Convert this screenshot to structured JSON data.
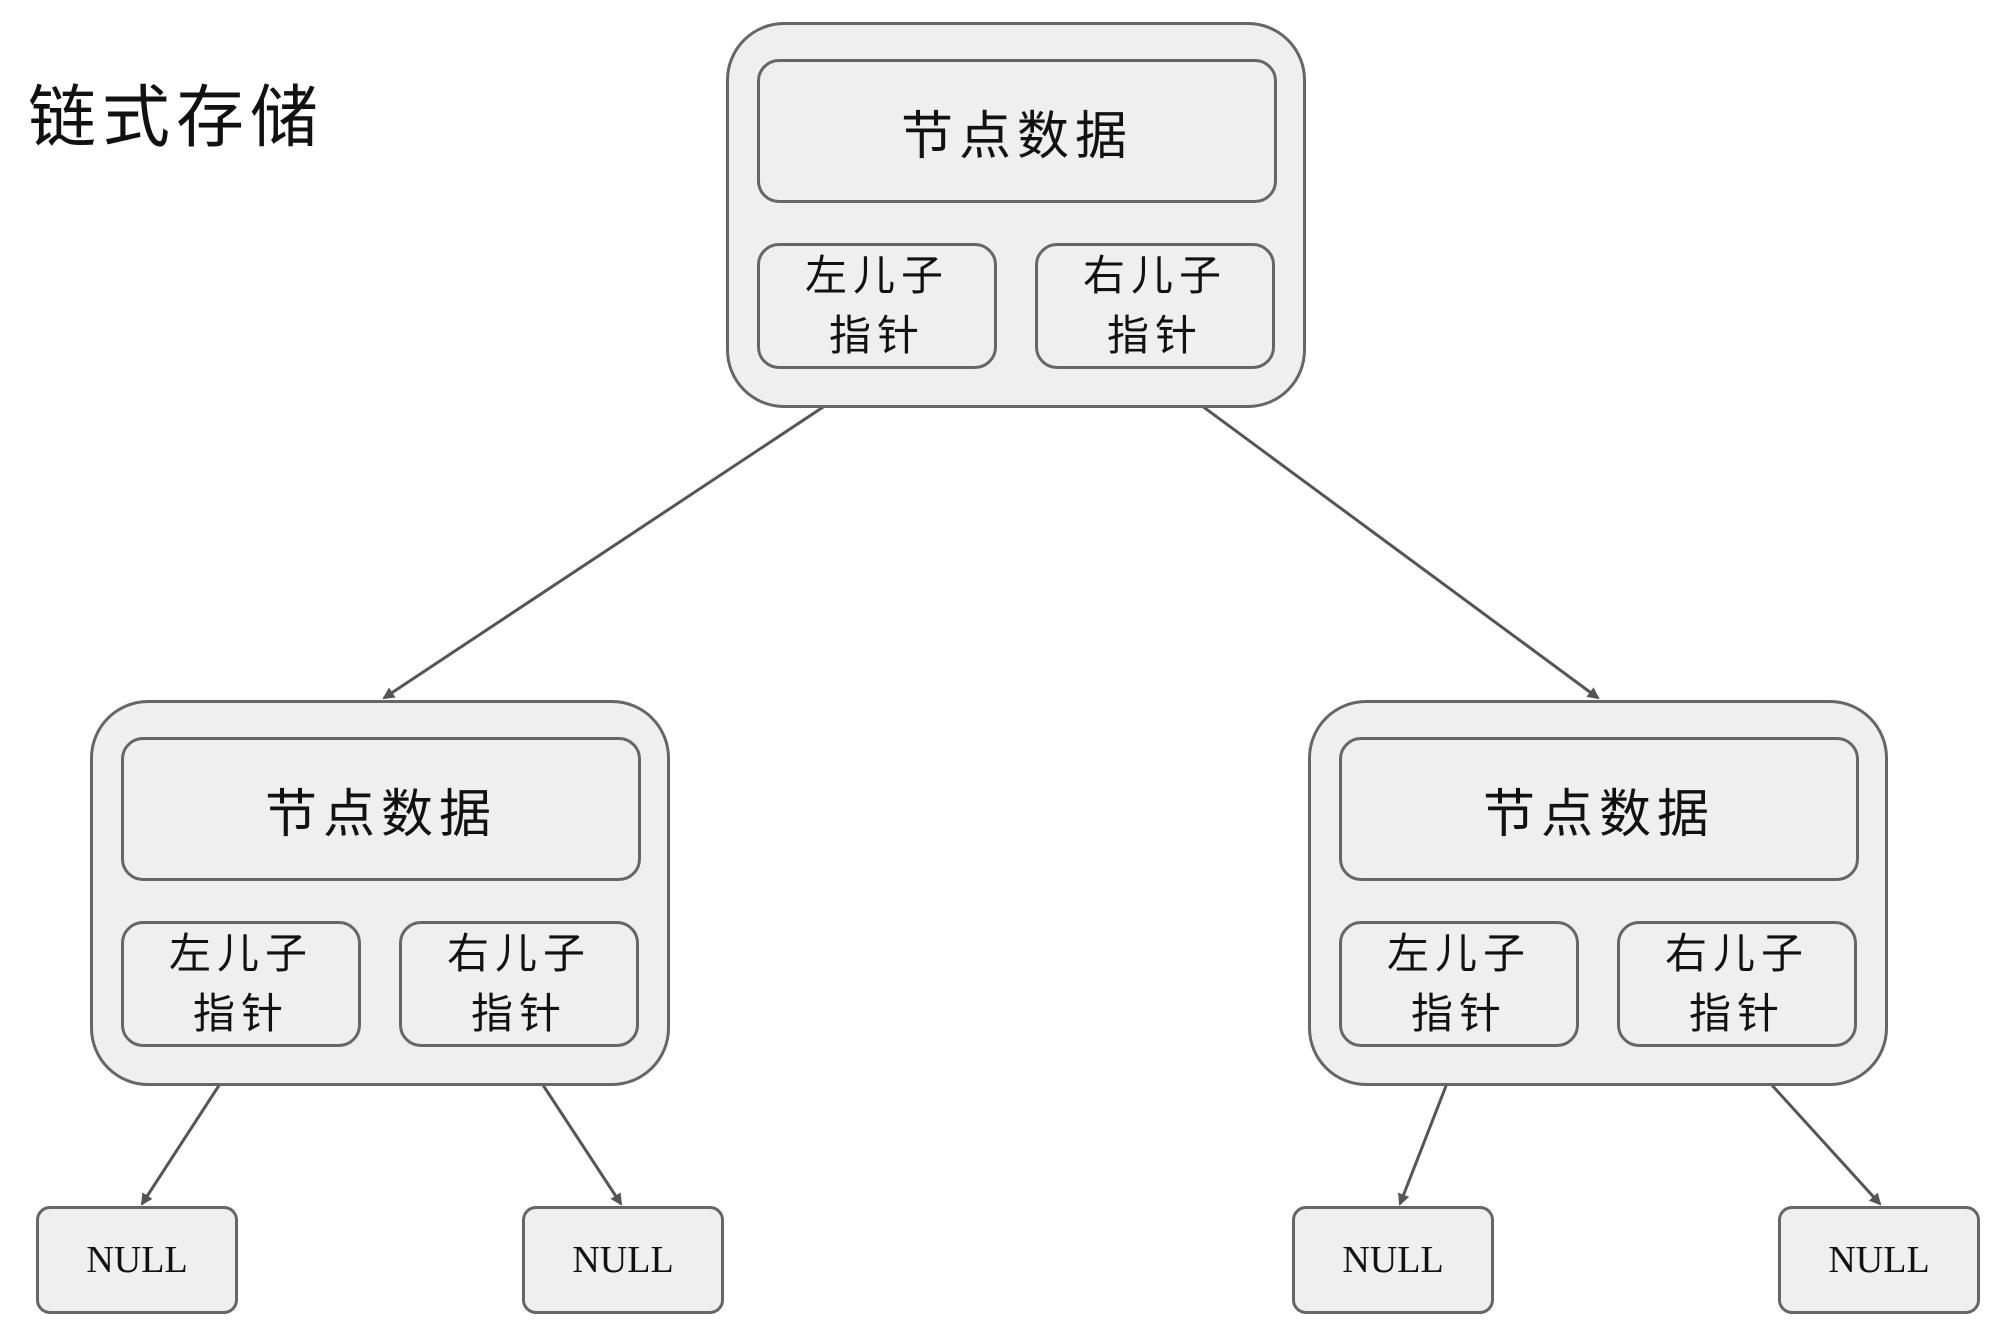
{
  "title": "链式存储",
  "nodes": {
    "root": {
      "data_label": "节点数据",
      "left_ptr": [
        "左儿子",
        "指针"
      ],
      "right_ptr": [
        "右儿子",
        "指针"
      ]
    },
    "left": {
      "data_label": "节点数据",
      "left_ptr": [
        "左儿子",
        "指针"
      ],
      "right_ptr": [
        "右儿子",
        "指针"
      ]
    },
    "right": {
      "data_label": "节点数据",
      "left_ptr": [
        "左儿子",
        "指针"
      ],
      "right_ptr": [
        "右儿子",
        "指针"
      ]
    }
  },
  "null_label": "NULL",
  "colors": {
    "box_fill": "#efefef",
    "stroke": "#666666",
    "arrow": "#555555"
  }
}
